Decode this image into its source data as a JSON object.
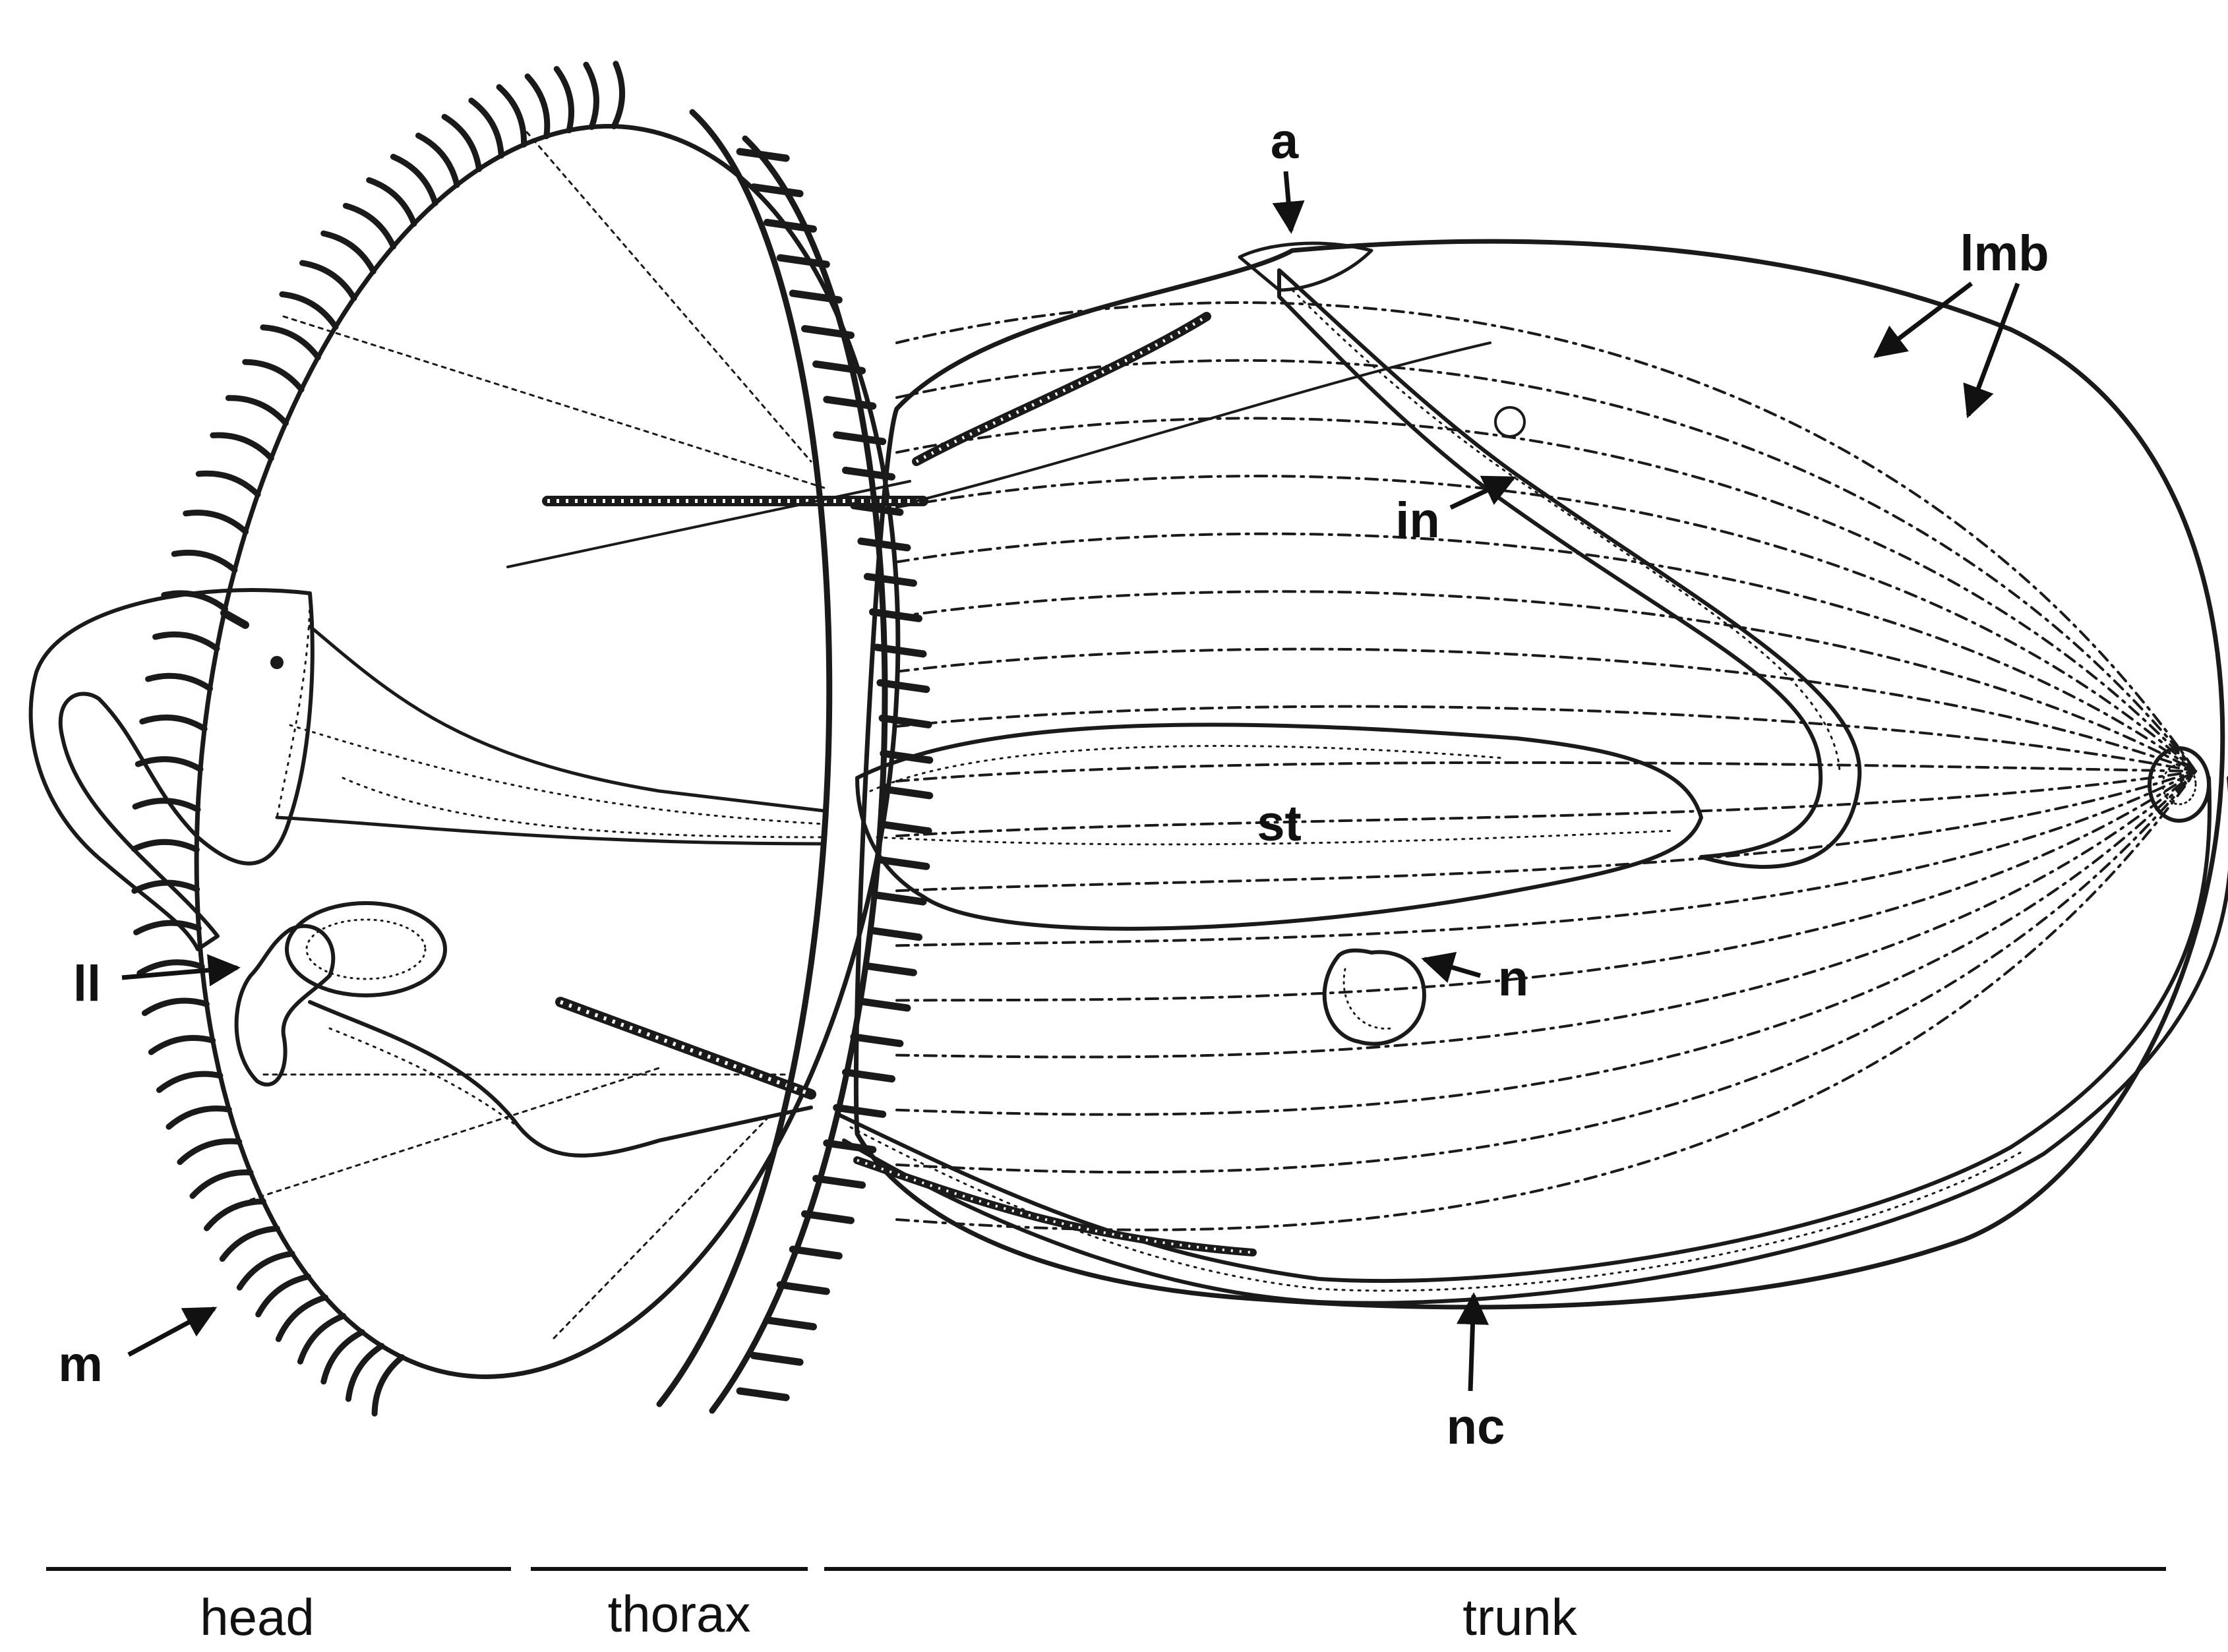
{
  "labels": {
    "a": "a",
    "lmb": "lmb",
    "in": "in",
    "st": "st",
    "n": "n",
    "nc": "nc",
    "ll": "ll",
    "m": "m"
  },
  "regions": {
    "head": "head",
    "thorax": "thorax",
    "trunk": "trunk"
  }
}
